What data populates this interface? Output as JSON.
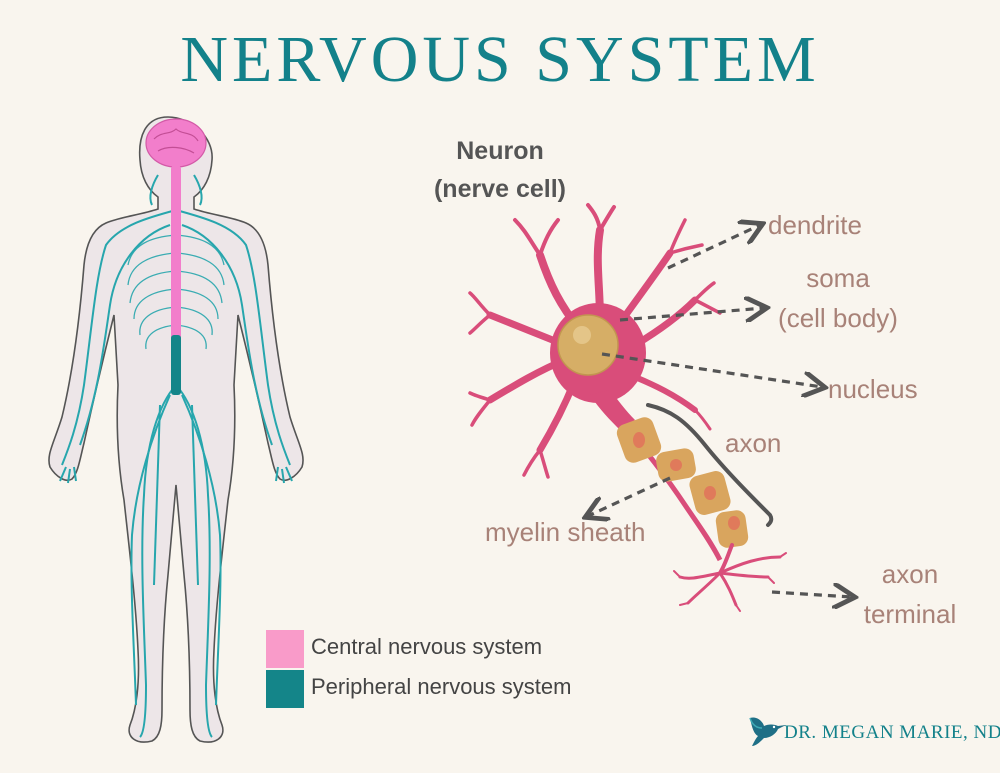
{
  "title": "NERVOUS SYSTEM",
  "neuron_heading": {
    "line1": "Neuron",
    "line2": "(nerve cell)"
  },
  "labels": {
    "dendrite": "dendrite",
    "soma_line1": "soma",
    "soma_line2": "(cell body)",
    "nucleus": "nucleus",
    "axon": "axon",
    "myelin": "myelin sheath",
    "terminal_line1": "axon",
    "terminal_line2": "terminal"
  },
  "legend": [
    {
      "label": "Central nervous system",
      "color": "#f99bc9"
    },
    {
      "label": "Peripheral nervous system",
      "color": "#148589"
    }
  ],
  "brand": "DR. MEGAN MARIE, ND",
  "colors": {
    "title": "#13818a",
    "label": "#a88278",
    "neuron": "#d94d7a",
    "soma": "#d6ae66",
    "myelin": "#d9a55e",
    "nerve": "#27a6ad",
    "brain": "#f27ecb",
    "body_fill": "#ede6e8",
    "arrow": "#555555"
  }
}
